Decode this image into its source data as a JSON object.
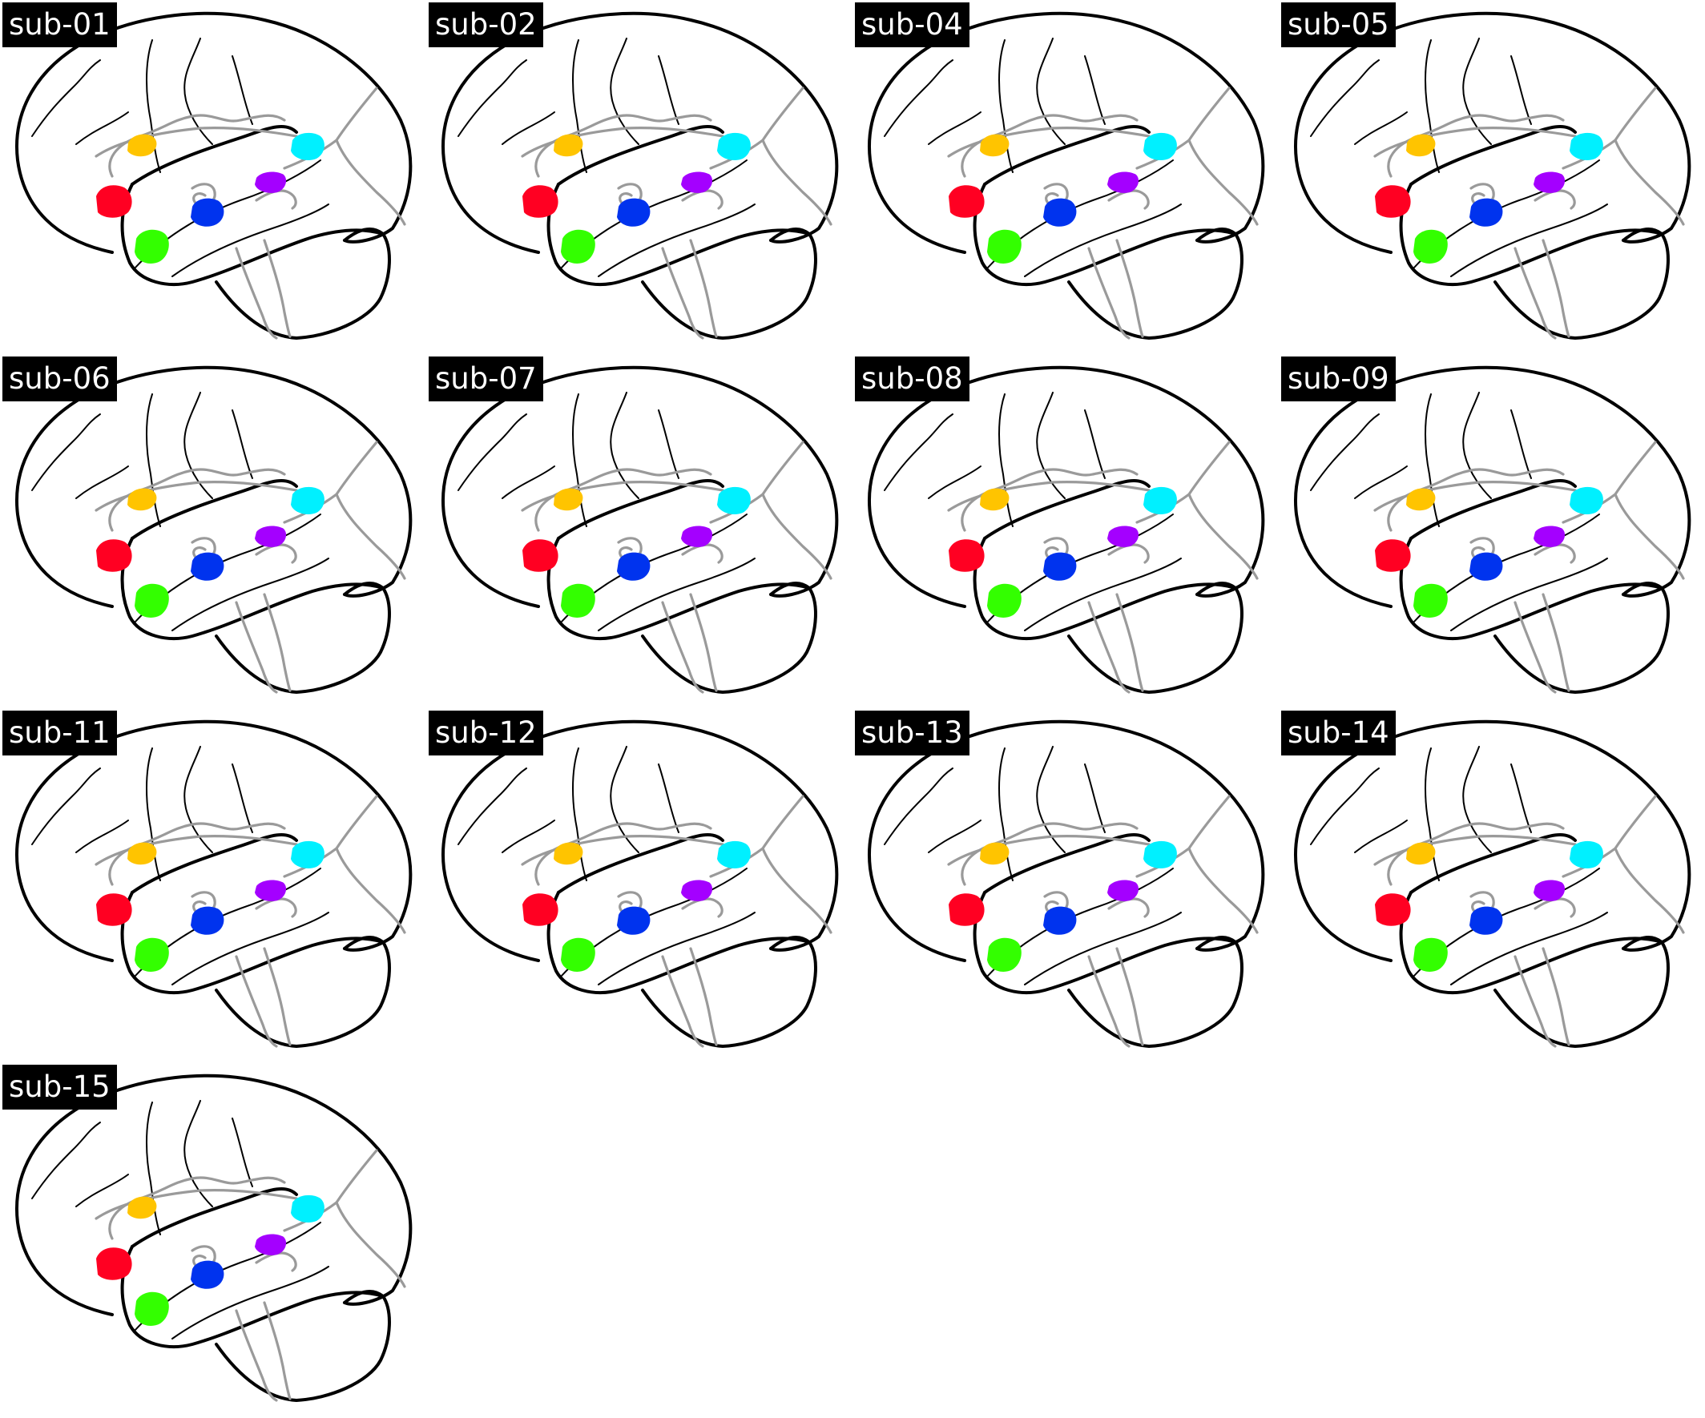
{
  "panels": [
    {
      "label": "sub-01"
    },
    {
      "label": "sub-02"
    },
    {
      "label": "sub-04"
    },
    {
      "label": "sub-05"
    },
    {
      "label": "sub-06"
    },
    {
      "label": "sub-07"
    },
    {
      "label": "sub-08"
    },
    {
      "label": "sub-09"
    },
    {
      "label": "sub-11"
    },
    {
      "label": "sub-12"
    },
    {
      "label": "sub-13"
    },
    {
      "label": "sub-14"
    },
    {
      "label": "sub-15"
    }
  ],
  "regions": [
    {
      "name": "yellow-region",
      "color": "#ffc400"
    },
    {
      "name": "red-region",
      "color": "#ff0022"
    },
    {
      "name": "cyan-region",
      "color": "#00f0ff"
    },
    {
      "name": "purple-region",
      "color": "#a400ff"
    },
    {
      "name": "blue-region",
      "color": "#0033ee"
    },
    {
      "name": "green-region",
      "color": "#33ff00"
    }
  ],
  "layout": {
    "columns": 4
  }
}
